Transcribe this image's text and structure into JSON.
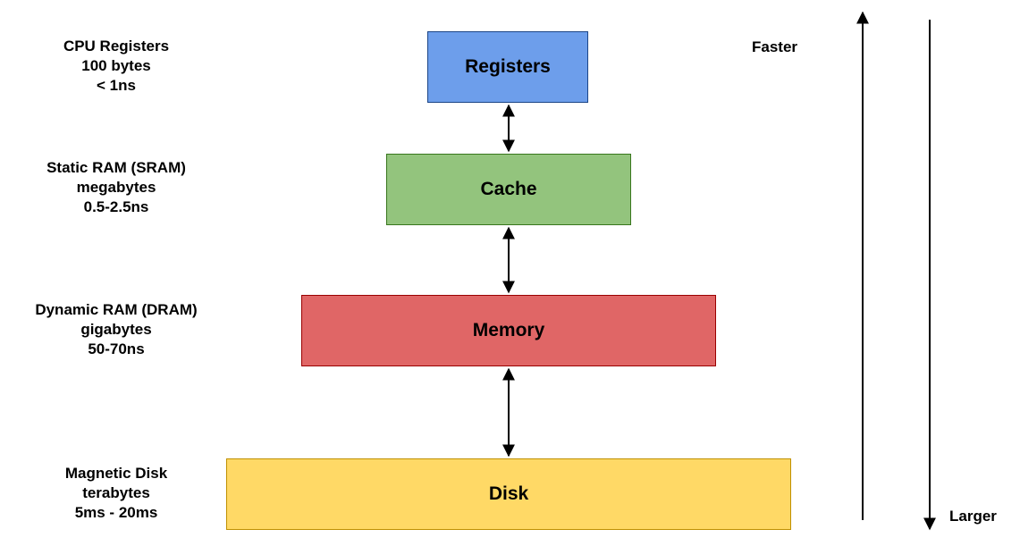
{
  "levels": [
    {
      "name": "Registers",
      "tech": "CPU Registers",
      "size": "100 bytes",
      "latency": "< 1ns",
      "fill": "#6d9eeb",
      "border": "#1c4587"
    },
    {
      "name": "Cache",
      "tech": "Static RAM (SRAM)",
      "size": "megabytes",
      "latency": "0.5-2.5ns",
      "fill": "#93c47d",
      "border": "#38761d"
    },
    {
      "name": "Memory",
      "tech": "Dynamic RAM (DRAM)",
      "size": "gigabytes",
      "latency": "50-70ns",
      "fill": "#e06666",
      "border": "#990000"
    },
    {
      "name": "Disk",
      "tech": "Magnetic Disk",
      "size": "terabytes",
      "latency": "5ms - 20ms",
      "fill": "#ffd966",
      "border": "#bf9000"
    }
  ],
  "axes": {
    "faster_label": "Faster",
    "larger_label": "Larger"
  }
}
